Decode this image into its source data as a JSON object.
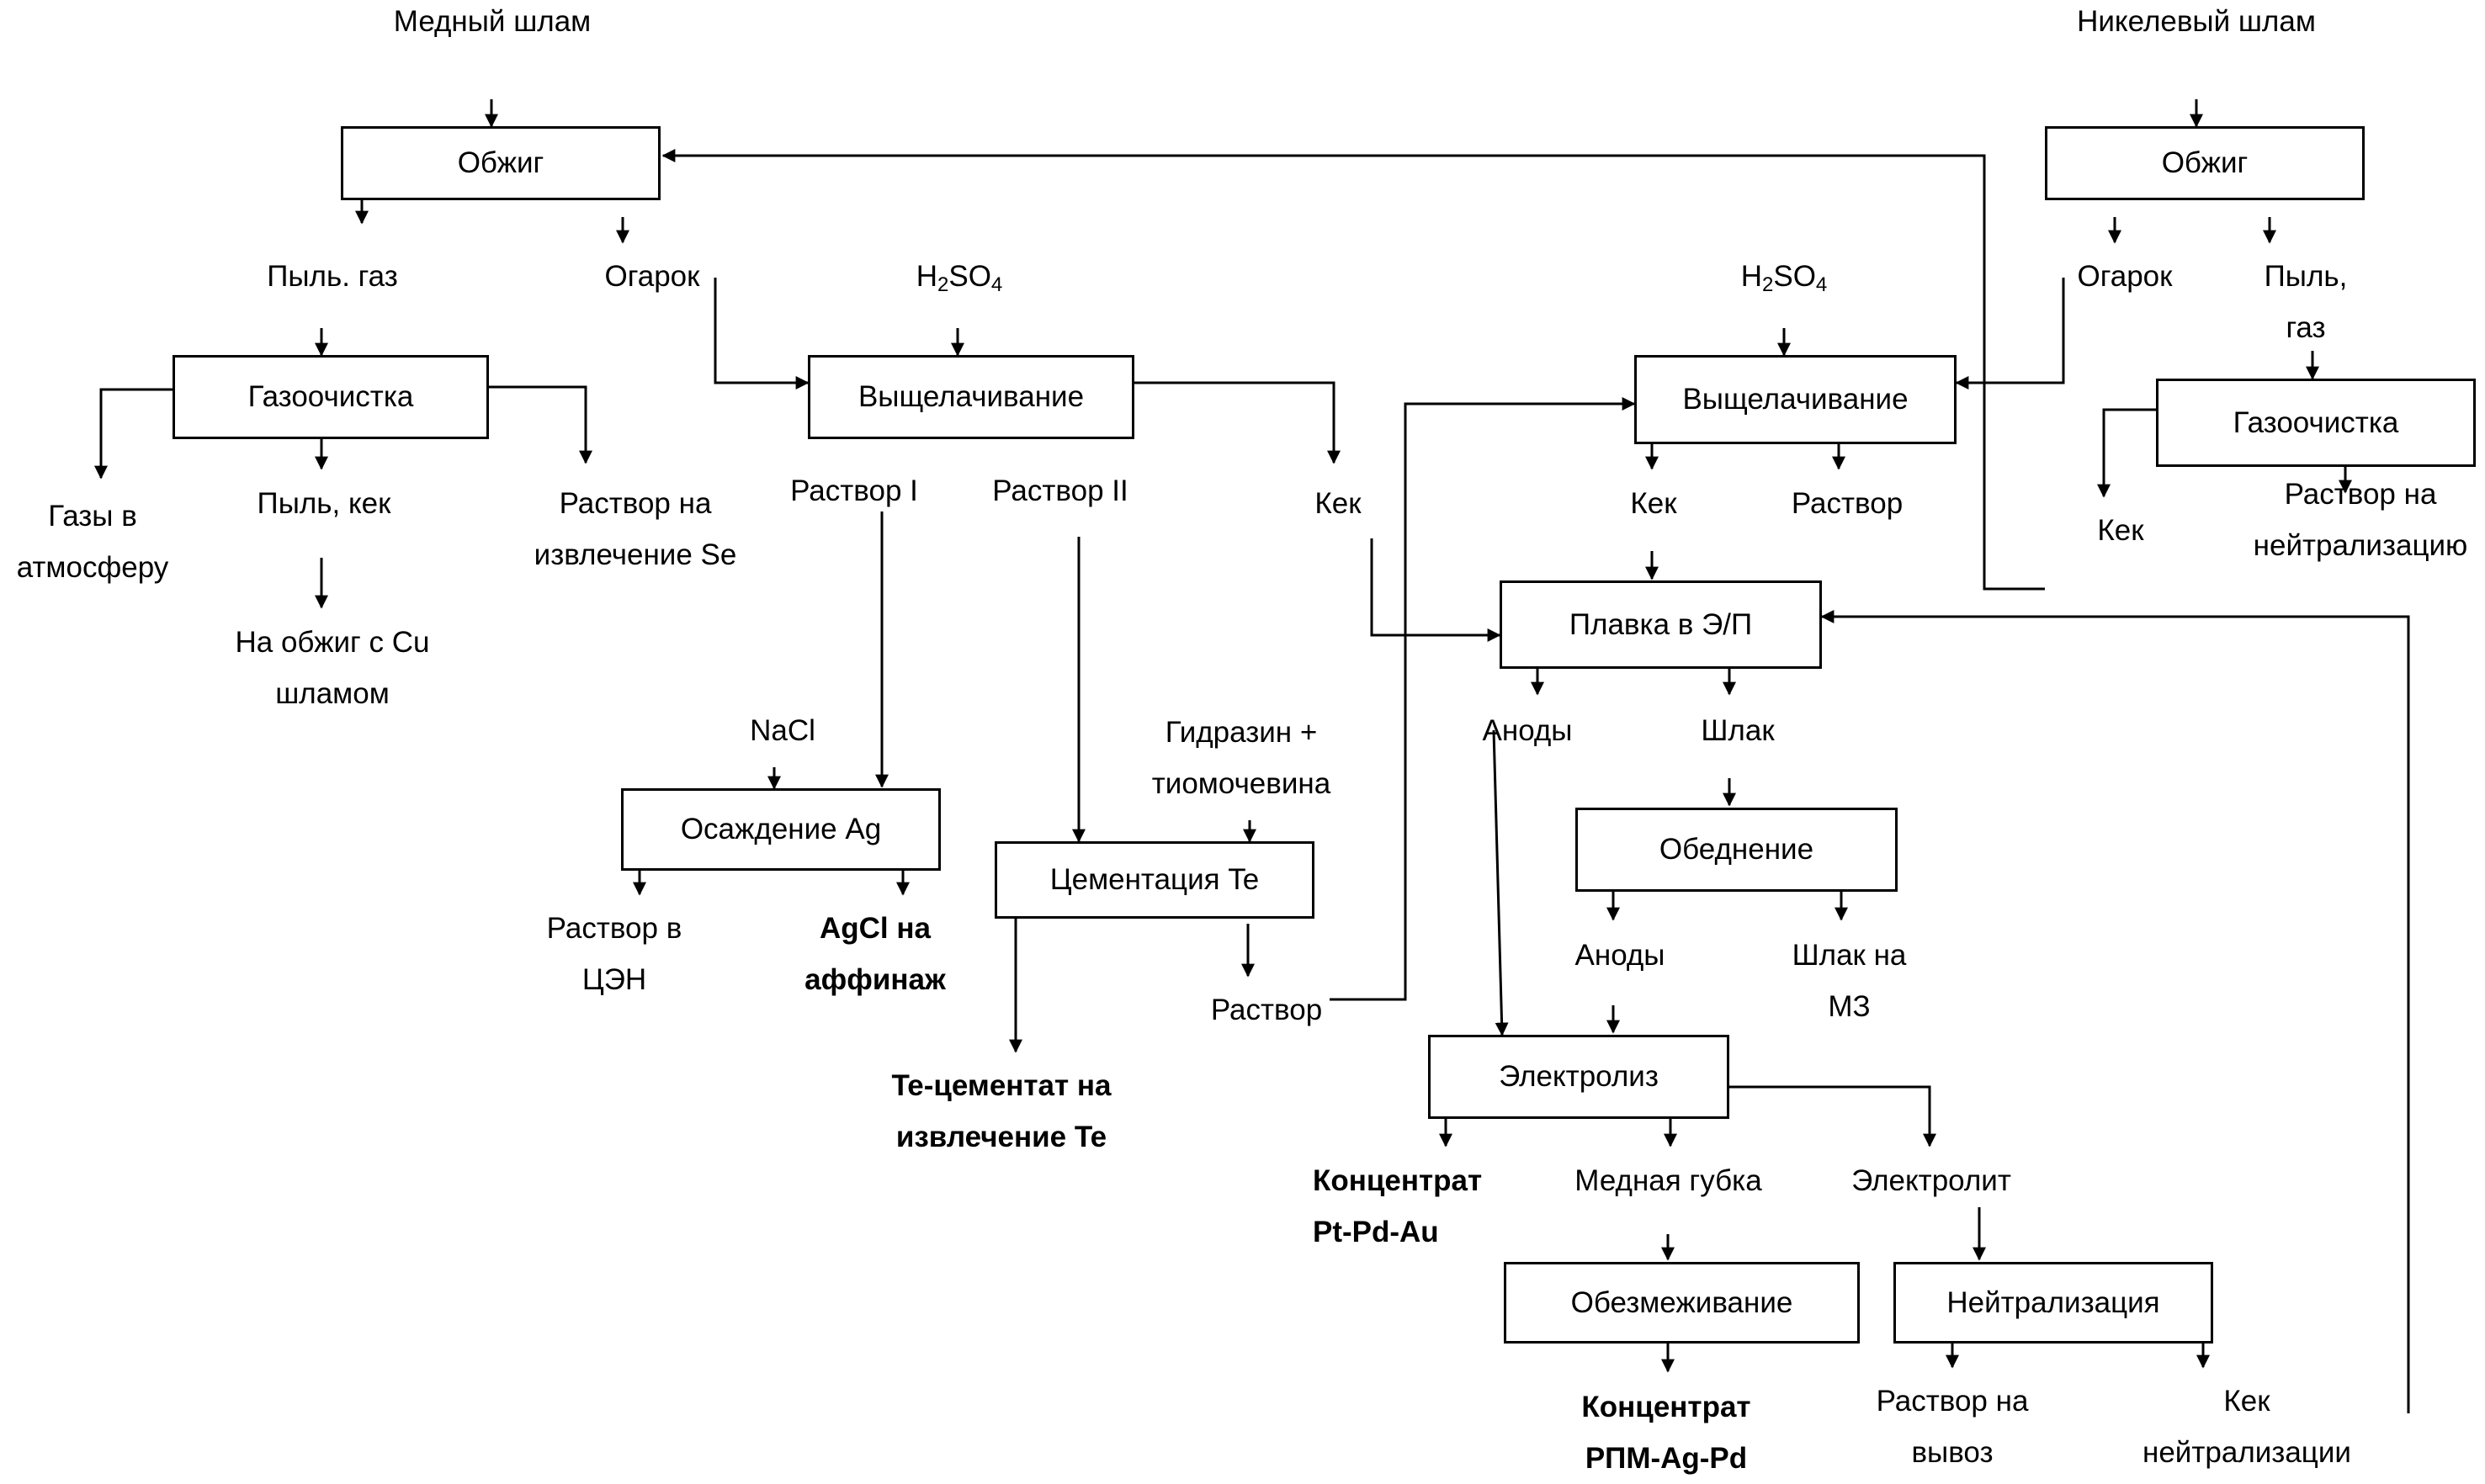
{
  "flowchart": {
    "sources": {
      "copper_slime": "Медный шлам",
      "nickel_slime": "Никелевый шлам"
    },
    "processes": {
      "roasting_cu": "Обжиг",
      "roasting_ni": "Обжиг",
      "gas_cleaning_cu": "Газоочистка",
      "gas_cleaning_ni": "Газоочистка",
      "leaching_cu": "Выщелачивание",
      "leaching_ni": "Выщелачивание",
      "ag_precipitation": "Осаждение Ag",
      "te_cementation": "Цементация Te",
      "smelting": "Плавка в Э/П",
      "depletion": "Обеднение",
      "electrolysis": "Электролиз",
      "decoppering": "Обезмеживание",
      "neutralization": "Нейтрализация"
    },
    "reagents": {
      "h2so4_base": "H",
      "h2so4_sub1": "2",
      "h2so4_mid": "SO",
      "h2so4_sub2": "4",
      "nacl": "NaCl",
      "hydrazine_1": "Гидразин +",
      "hydrazine_2": "тиомочевина"
    },
    "products": {
      "dust_gas": "Пыль. газ",
      "cinder_cu": "Огарок",
      "gases_atm_1": "Газы в",
      "gases_atm_2": "атмосферу",
      "dust_cake": "Пыль, кек",
      "se_solution_1": "Раствор на",
      "se_solution_2": "извлечение Se",
      "to_roast_1": "На обжиг с Cu",
      "to_roast_2": "шламом",
      "solution_1": "Раствор I",
      "solution_2": "Раствор II",
      "cake_cu": "Кек",
      "cen_solution_1": "Раствор в",
      "cen_solution_2": "ЦЭН",
      "agcl_1": "AgCl на",
      "agcl_2": "аффинаж",
      "te_cement_1": "Te-цементат на",
      "te_cement_2": "извлечение Te",
      "solution_te": "Раствор",
      "cinder_ni": "Огарок",
      "dust_ni_1": "Пыль,",
      "dust_ni_2": "газ",
      "cake_ni_gas": "Кек",
      "neutr_solution_1": "Раствор на",
      "neutr_solution_2": "нейтрализацию",
      "cake_ni": "Кек",
      "solution_ni": "Раствор",
      "anodes_1": "Аноды",
      "slag": "Шлак",
      "anodes_2": "Аноды",
      "slag_mz_1": "Шлак на",
      "slag_mz_2": "МЗ",
      "conc_pt_1": "Концентрат",
      "conc_pt_2": "Pt-Pd-Au",
      "copper_sponge": "Медная губка",
      "electrolyte": "Электролит",
      "conc_rpm_1": "Концентрат",
      "conc_rpm_2": "РПМ-Ag-Pd",
      "export_solution_1": "Раствор на",
      "export_solution_2": "вывоз",
      "neutr_cake_1": "Кек",
      "neutr_cake_2": "нейтрализации"
    }
  }
}
